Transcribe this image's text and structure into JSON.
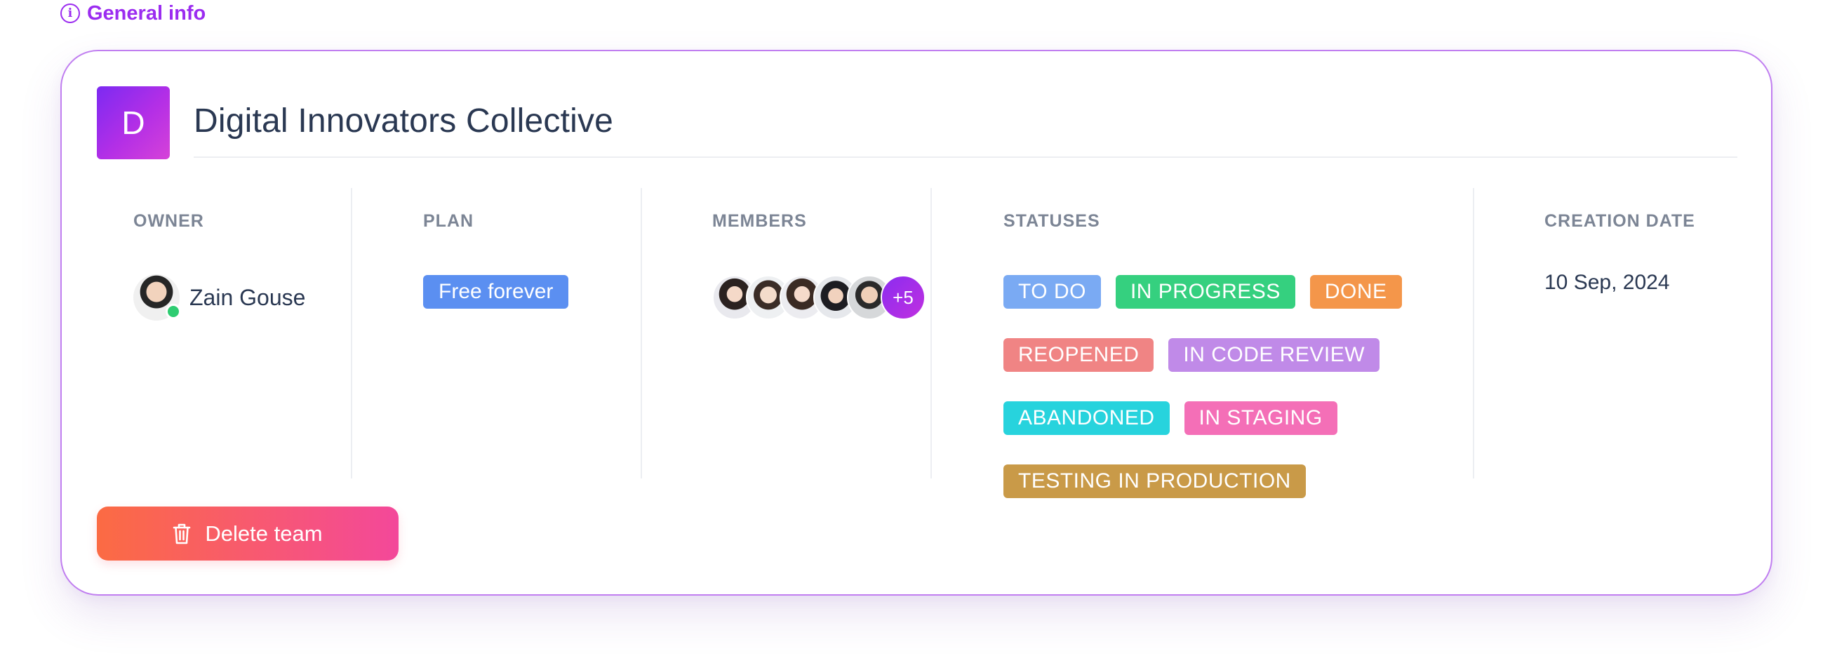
{
  "section": {
    "title": "General info",
    "icon": "info-circle-icon",
    "color": "#9b2cf0"
  },
  "team": {
    "initial": "D",
    "name": "Digital Innovators Collective"
  },
  "columns": {
    "owner": "OWNER",
    "plan": "PLAN",
    "members": "MEMBERS",
    "statuses": "STATUSES",
    "creation_date": "CREATION DATE"
  },
  "owner": {
    "name": "Zain Gouse",
    "online": true
  },
  "plan": {
    "label": "Free forever",
    "color": "#5b8ff1"
  },
  "members": {
    "avatars": [
      "member-1",
      "member-2",
      "member-3",
      "member-4",
      "member-5"
    ],
    "more_label": "+5"
  },
  "statuses": [
    {
      "label": "TO DO",
      "color": "#7aaaf3"
    },
    {
      "label": "IN PROGRESS",
      "color": "#35d07f"
    },
    {
      "label": "DONE",
      "color": "#f4964a"
    },
    {
      "label": "REOPENED",
      "color": "#f08484"
    },
    {
      "label": "IN CODE REVIEW",
      "color": "#c08ae8"
    },
    {
      "label": "ABANDONED",
      "color": "#27d3dd"
    },
    {
      "label": "IN STAGING",
      "color": "#f46fb7"
    },
    {
      "label": "TESTING IN PRODUCTION",
      "color": "#c99a48"
    }
  ],
  "creation_date": "10 Sep, 2024",
  "actions": {
    "delete_label": "Delete team",
    "delete_icon": "trash-icon"
  }
}
